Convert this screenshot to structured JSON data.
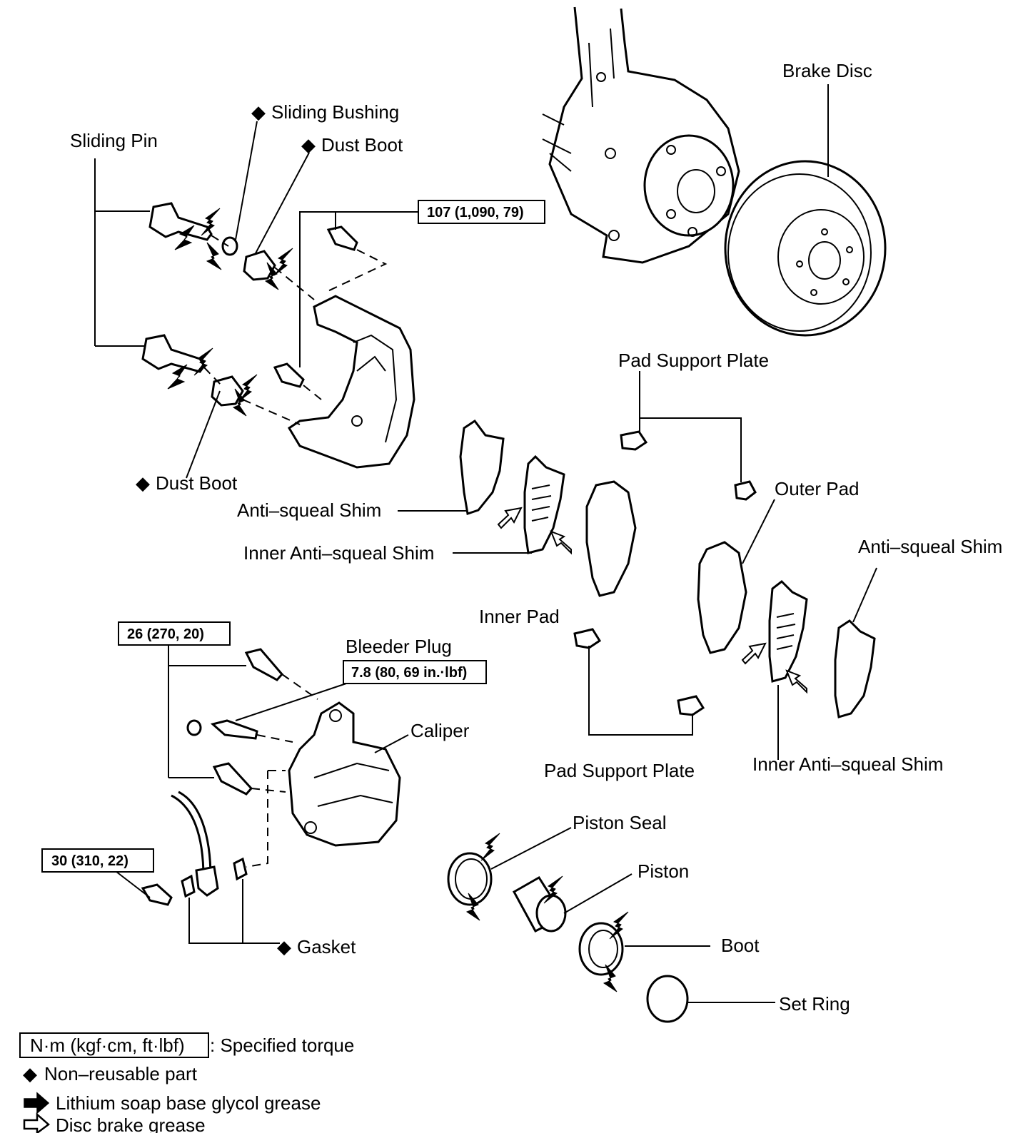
{
  "labels": {
    "brake_disc": "Brake Disc",
    "sliding_bushing": "Sliding Bushing",
    "dust_boot_top": "Dust Boot",
    "sliding_pin": "Sliding Pin",
    "dust_boot_bottom": "Dust Boot",
    "pad_support_plate_top": "Pad Support Plate",
    "outer_pad": "Outer Pad",
    "anti_squeal_shim_left": "Anti–squeal Shim",
    "inner_anti_squeal_shim_left": "Inner Anti–squeal Shim",
    "anti_squeal_shim_right": "Anti–squeal Shim",
    "inner_pad": "Inner Pad",
    "bleeder_plug": "Bleeder Plug",
    "caliper": "Caliper",
    "pad_support_plate_bottom": "Pad Support Plate",
    "inner_anti_squeal_shim_right": "Inner Anti–squeal Shim",
    "piston_seal": "Piston Seal",
    "piston": "Piston",
    "boot": "Boot",
    "set_ring": "Set Ring",
    "gasket": "Gasket"
  },
  "torques": {
    "mount_bolt": "107 (1,090, 79)",
    "caliper_bolt": "26 (270, 20)",
    "bleeder": "7.8 (80, 69 in.·lbf)",
    "union_bolt": "30 (310, 22)"
  },
  "legend": {
    "torque_box": "N·m (kgf·cm, ft·lbf)",
    "torque_text": ": Specified torque",
    "nonreusable": "Non–reusable part",
    "lithium": "Lithium soap base glycol grease",
    "disc_grease": "Disc brake grease"
  }
}
